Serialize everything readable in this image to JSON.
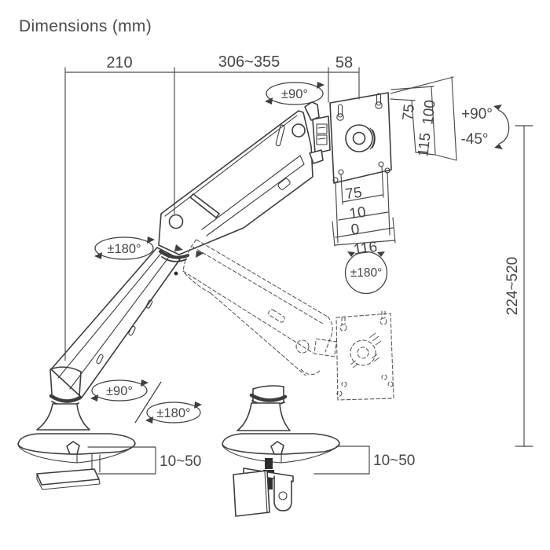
{
  "title": "Dimensions (mm)",
  "colors": {
    "line": "#3d3d3d",
    "dimension": "#4a4a4a",
    "text": "#464646",
    "background": "#ffffff"
  },
  "dimensions": {
    "base_to_elbow": "210",
    "arm_reach": "306~355",
    "head_depth": "58",
    "vesa_vert_inner": "75",
    "vesa_vert_mid": "100",
    "vesa_vert_outer": "115",
    "vesa_horiz_inner": "75",
    "vesa_horiz_mid": "10",
    "vesa_horiz_outer": "0",
    "plate_width": "116",
    "height_range": "224~520",
    "clamp_range_left": "10~50",
    "clamp_range_right": "10~50"
  },
  "angles": {
    "head_swivel": "±90°",
    "tilt_up": "+90°",
    "tilt_down": "-45°",
    "vesa_rotation": "±180°",
    "elbow_swivel": "±180°",
    "base_swivel": "±90°",
    "base_rotation": "±180°"
  }
}
